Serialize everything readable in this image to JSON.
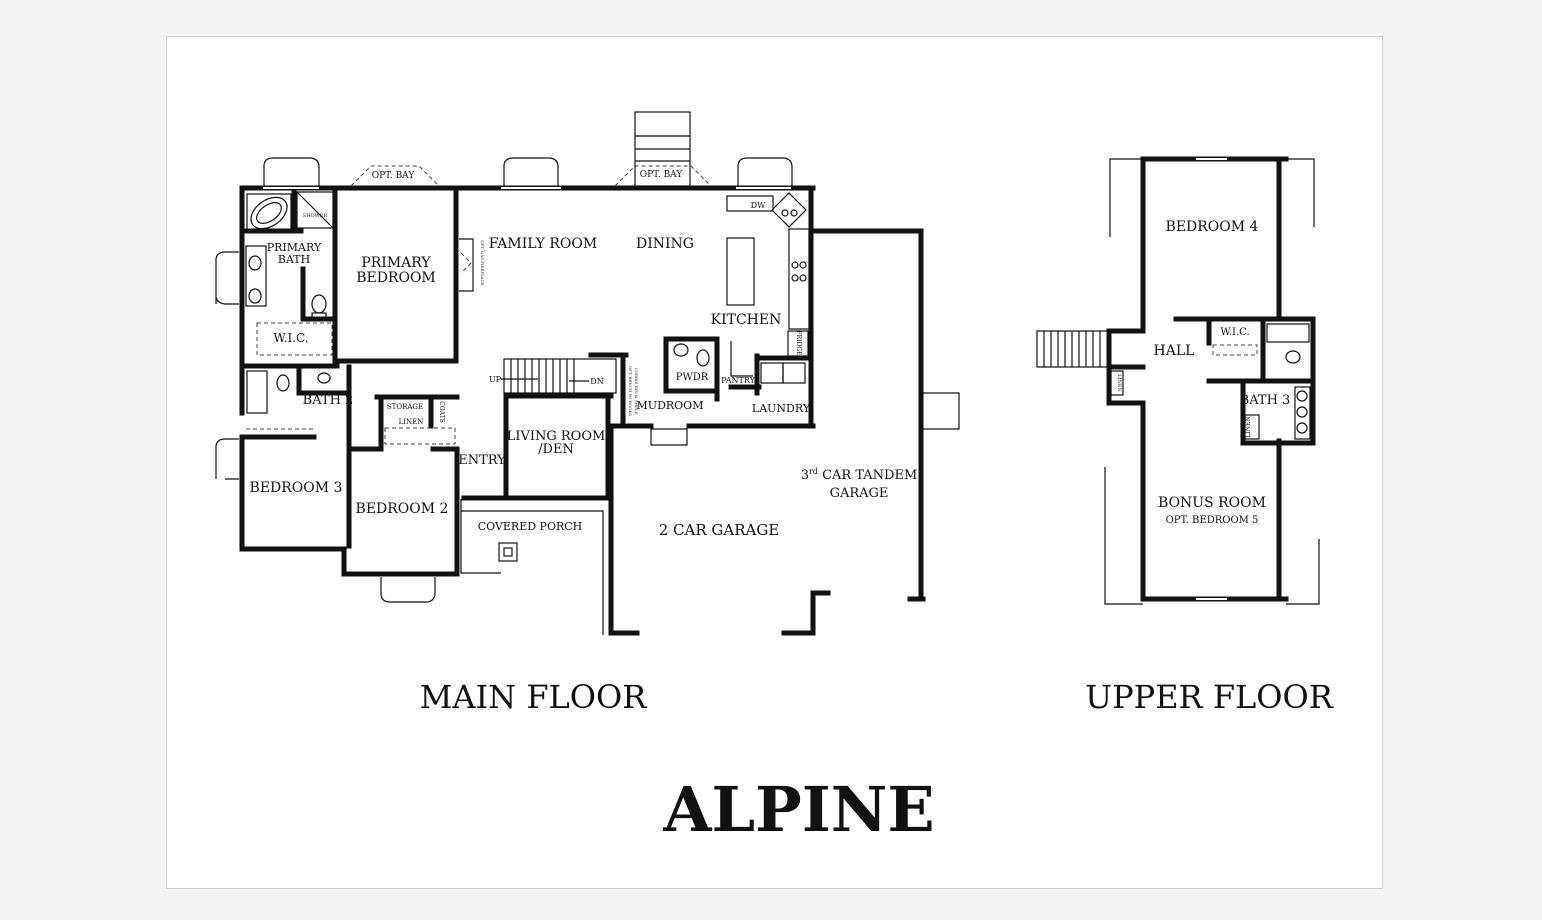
{
  "title": "ALPINE",
  "floors": {
    "main": {
      "label": "MAIN FLOOR",
      "rooms": {
        "opt_bay_1": "OPT. BAY",
        "opt_bay_2": "OPT. BAY",
        "shower": "SHOWER",
        "primary_bath_1": "PRIMARY",
        "primary_bath_2": "BATH",
        "primary_bedroom_1": "PRIMARY",
        "primary_bedroom_2": "BEDROOM",
        "fireplace": "OPT. GAS FIREPLACE",
        "family_room": "FAMILY ROOM",
        "dining": "DINING",
        "dw": "DW",
        "kitchen": "KITCHEN",
        "fridge": "FRIDGE",
        "wic": "W.I.C.",
        "pwdr": "PWDR",
        "pantry": "PANTRY",
        "bath2": "BATH 2",
        "storage": "STORAGE",
        "coats": "COATS",
        "linen": "LINEN",
        "up": "UP",
        "dn": "DN",
        "bench_1": "OPT. BENCH W/ HOOKS",
        "bench_2": "CUBBIE BIN & SHELF",
        "mudroom": "MUDROOM",
        "laundry": "LAUNDRY",
        "living_1": "LIVING ROOM",
        "living_2": "/DEN",
        "entry": "ENTRY",
        "bedroom3": "BEDROOM 3",
        "bedroom2": "BEDROOM 2",
        "covered_porch": "COVERED PORCH",
        "garage2": "2 CAR GARAGE",
        "garage3_num": "3",
        "garage3_sup": "rd",
        "garage3_rest": " CAR TANDEM",
        "garage3_2": "GARAGE"
      }
    },
    "upper": {
      "label": "UPPER FLOOR",
      "rooms": {
        "bedroom4": "BEDROOM 4",
        "hall": "HALL",
        "wic": "W.I.C.",
        "bath3": "BATH 3",
        "linen_a": "LINEN",
        "linen_b": "LINEN",
        "bonus": "BONUS ROOM",
        "bonus_opt": "OPT. BEDROOM 5"
      }
    }
  },
  "colors": {
    "ink": "#111111",
    "sheet": "#ffffff",
    "page": "#f3f3f3",
    "frame": "#cfcfcf"
  }
}
